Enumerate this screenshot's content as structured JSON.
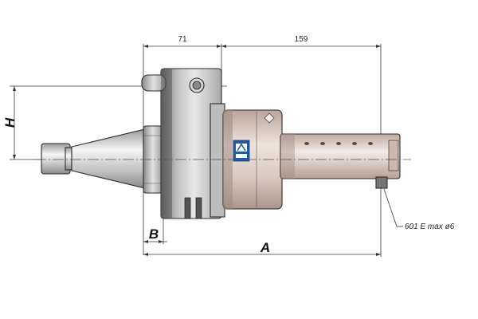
{
  "dimensions": {
    "dim_71": "71",
    "dim_159": "159",
    "label_H": "H",
    "label_B": "B",
    "label_A": "A"
  },
  "callout": {
    "text": "601 E max ø6"
  },
  "colors": {
    "body_metal": "#cfcfcf",
    "dark_metal": "#6f6f6f",
    "bronze_head": "#d9c8c0",
    "logo_blue": "#1f5aa6"
  },
  "icons": [
    "logo-icon"
  ]
}
